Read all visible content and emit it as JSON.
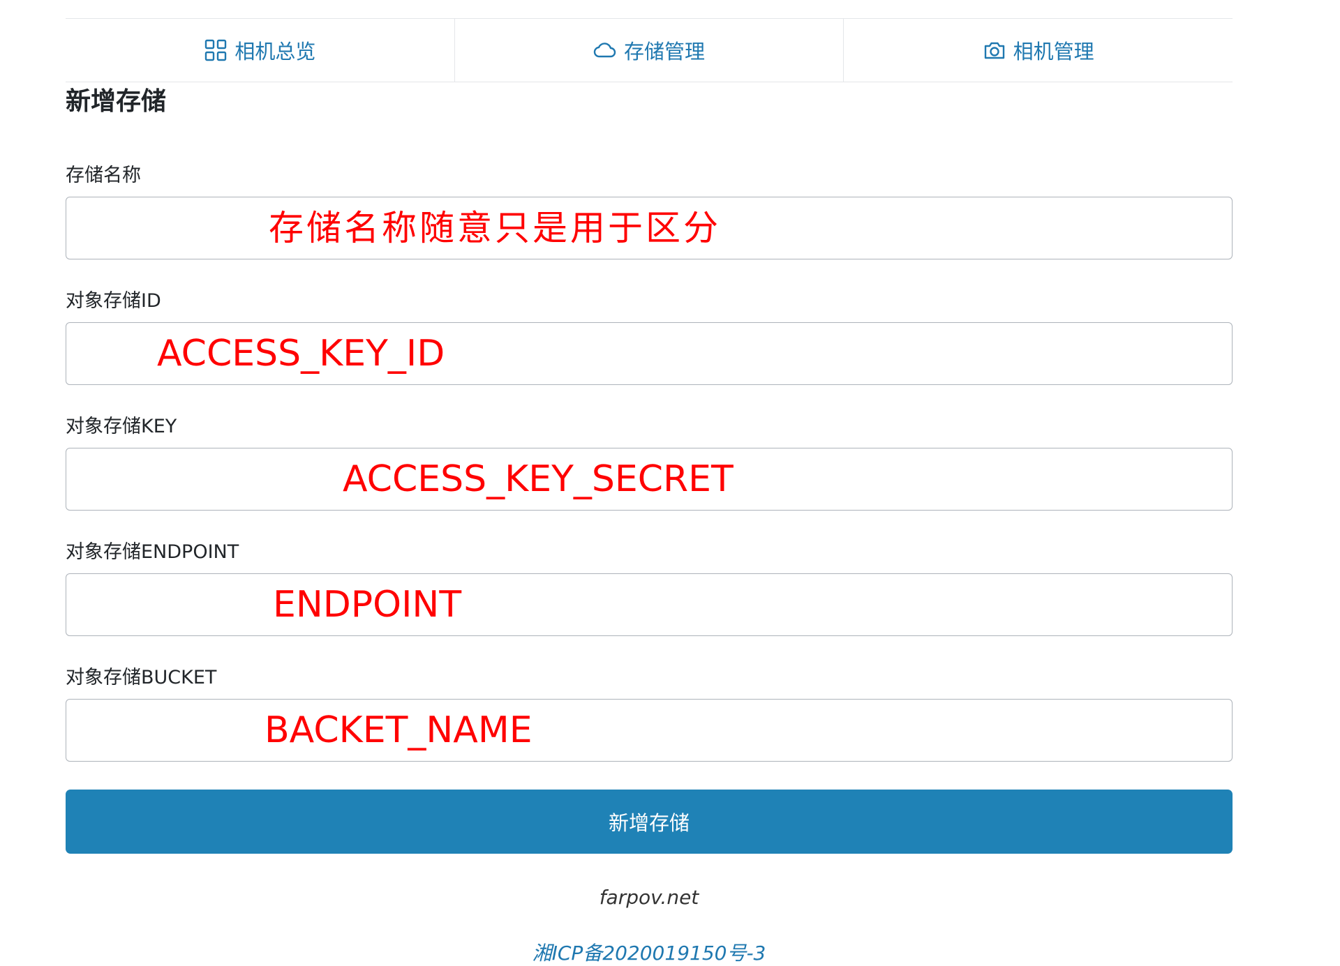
{
  "nav": {
    "items": [
      {
        "label": "相机总览",
        "icon": "grid-icon"
      },
      {
        "label": "存储管理",
        "icon": "cloud-icon"
      },
      {
        "label": "相机管理",
        "icon": "camera-icon"
      }
    ]
  },
  "page": {
    "title": "新增存储"
  },
  "form": {
    "fields": [
      {
        "label": "存储名称",
        "value": "存储名称随意只是用于区分"
      },
      {
        "label": "对象存储ID",
        "value": "ACCESS_KEY_ID"
      },
      {
        "label": "对象存储KEY",
        "value": "ACCESS_KEY_SECRET"
      },
      {
        "label": "对象存储ENDPOINT",
        "value": "ENDPOINT"
      },
      {
        "label": "对象存储BUCKET",
        "value": "BACKET_NAME"
      }
    ],
    "submit_label": "新增存储"
  },
  "footer": {
    "site": "farpov.net",
    "icp": "湘ICP备2020019150号-3"
  },
  "colors": {
    "accent": "#1f82b6",
    "link": "#1f78b0",
    "annotation": "#ff0000"
  }
}
